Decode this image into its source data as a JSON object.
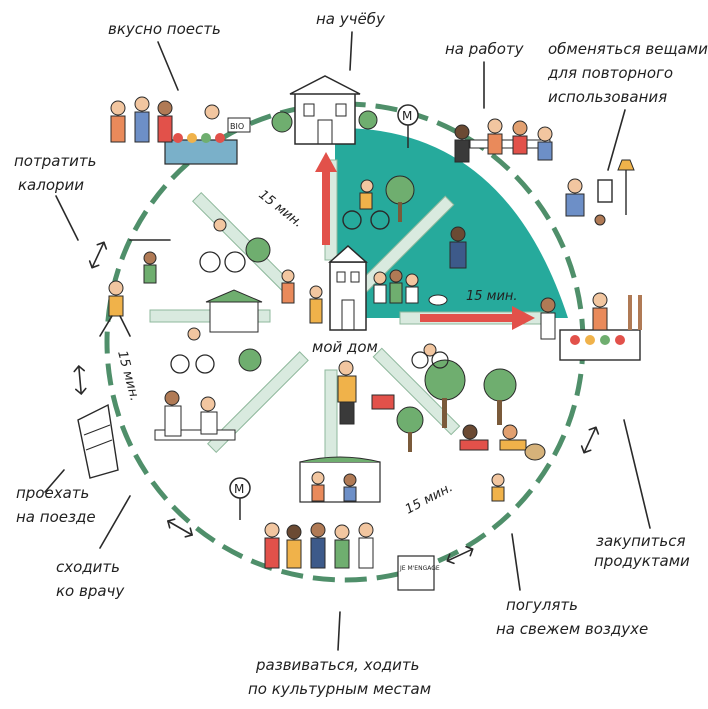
{
  "center": {
    "label": "мой дом"
  },
  "destinations": [
    {
      "id": "food",
      "label_lines": [
        "вкусно поесть"
      ]
    },
    {
      "id": "study",
      "label_lines": [
        "на учёбу"
      ]
    },
    {
      "id": "work",
      "label_lines": [
        "на работу"
      ]
    },
    {
      "id": "reuse",
      "label_lines": [
        "обменяться вещами",
        "для повторного",
        "использования"
      ]
    },
    {
      "id": "calories",
      "label_lines": [
        "потратить",
        "калории"
      ]
    },
    {
      "id": "train",
      "label_lines": [
        "проехать",
        "на поезде"
      ]
    },
    {
      "id": "doctor",
      "label_lines": [
        "сходить",
        "ко врачу"
      ]
    },
    {
      "id": "culture",
      "label_lines": [
        "развиваться, ходить",
        "по культурным местам"
      ]
    },
    {
      "id": "walk",
      "label_lines": [
        "погулять",
        "на свежем воздухе"
      ]
    },
    {
      "id": "groceries",
      "label_lines": [
        "закупиться",
        "продуктами"
      ]
    }
  ],
  "time_labels": {
    "top_left": "15 мин.",
    "right": "15 мин.",
    "left": "15 мин.",
    "bottom": "15 мин."
  },
  "signs": {
    "metro_top": "M",
    "metro_bottom": "M",
    "bio": "BIO",
    "ballot": "JE M'ENGAGE"
  },
  "colors": {
    "teal_quadrant": "#1aa597",
    "arrow": "#e2514a",
    "ring": "#4f8f6a",
    "road": "#d9eadf"
  }
}
